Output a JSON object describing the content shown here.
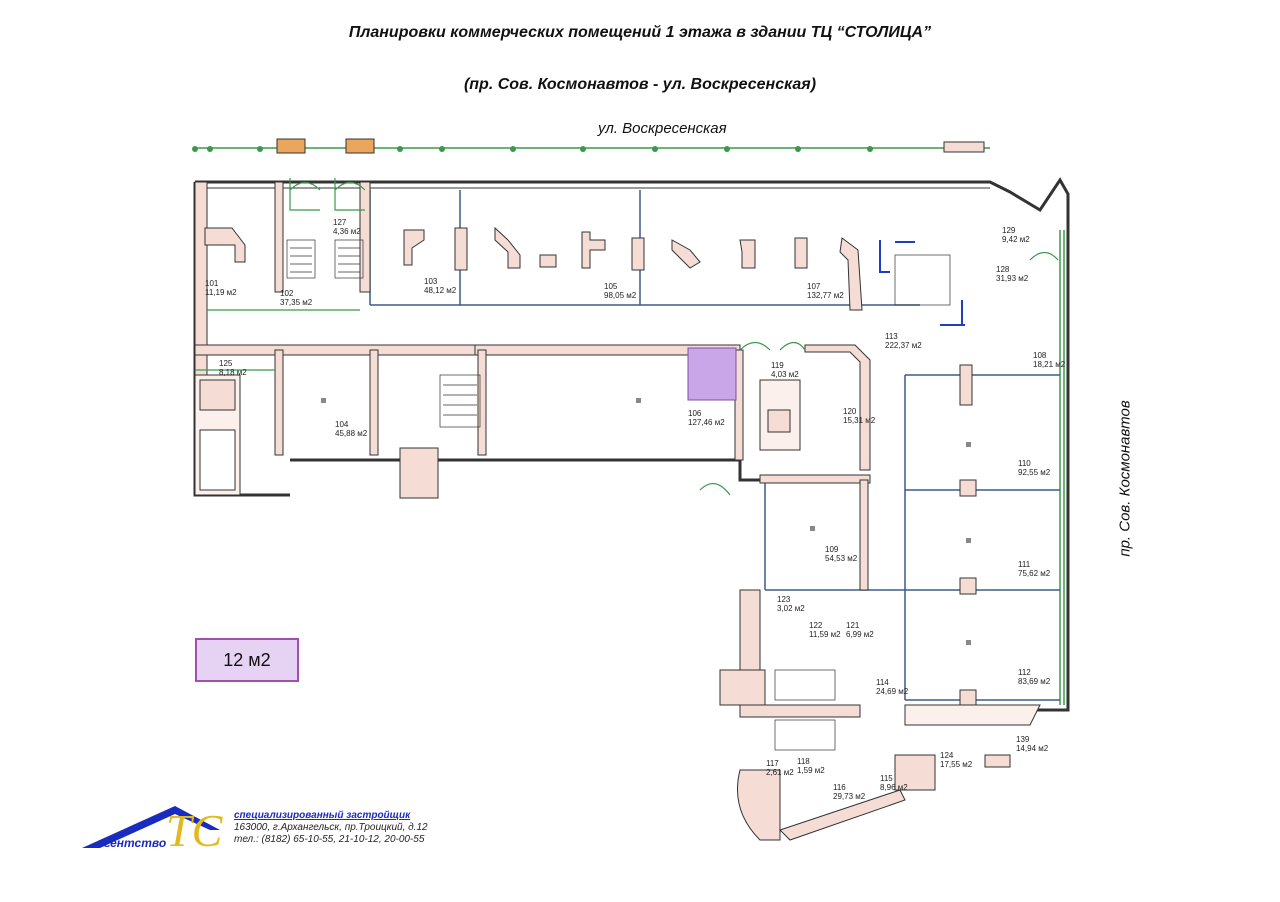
{
  "title_line1": "Планировки коммерческих помещений 1 этажа в здании ТЦ “СТОЛИЦА”",
  "title_line2": "(пр. Сов. Космонавтов - ул. Воскресенская)",
  "street_top": "ул. Воскресенская",
  "street_right": "пр. Сов. Космонавтов",
  "legend": {
    "label": "12 м2",
    "color": "#e6d2f3",
    "border": "#a24fb0"
  },
  "rooms": [
    {
      "num": "101",
      "area": "11,19 м2"
    },
    {
      "num": "102",
      "area": "37,35 м2"
    },
    {
      "num": "127",
      "area": "4,36 м2"
    },
    {
      "num": "103",
      "area": "48,12 м2"
    },
    {
      "num": "105",
      "area": "98,05 м2"
    },
    {
      "num": "107",
      "area": "132,77 м2"
    },
    {
      "num": "129",
      "area": "9,42 м2"
    },
    {
      "num": "128",
      "area": "31,93 м2"
    },
    {
      "num": "113",
      "area": "222,37 м2"
    },
    {
      "num": "108",
      "area": "18,21 м2"
    },
    {
      "num": "125",
      "area": "8,18 м2"
    },
    {
      "num": "104",
      "area": "45,88 м2"
    },
    {
      "num": "106",
      "area": "127,46 м2"
    },
    {
      "num": "119",
      "area": "4,03 м2"
    },
    {
      "num": "120",
      "area": "15,31 м2"
    },
    {
      "num": "110",
      "area": "92,55 м2"
    },
    {
      "num": "109",
      "area": "54,53 м2"
    },
    {
      "num": "111",
      "area": "75,62 м2"
    },
    {
      "num": "123",
      "area": "3,02 м2"
    },
    {
      "num": "122",
      "area": "11,59 м2"
    },
    {
      "num": "121",
      "area": "6,99 м2"
    },
    {
      "num": "112",
      "area": "83,69 м2"
    },
    {
      "num": "114",
      "area": "24,69 м2"
    },
    {
      "num": "139",
      "area": "14,94 м2"
    },
    {
      "num": "124",
      "area": "17,55 м2"
    },
    {
      "num": "117",
      "area": "2,61 м2"
    },
    {
      "num": "118",
      "area": "1,59 м2"
    },
    {
      "num": "116",
      "area": "29,73 м2"
    },
    {
      "num": "115",
      "area": "8,96 м2"
    }
  ],
  "company": {
    "name": "специализированный застройщик",
    "address": "163000, г.Архангельск, пр.Троицкий, д.12",
    "phones": "тел.: (8182) 65-10-55, 21-10-12, 20-00-55",
    "logo_letters": "ТС",
    "logo_word": "гентство"
  },
  "colors": {
    "wall": "#f5ddd5",
    "outline": "#333333",
    "glass": "#3a9a4a",
    "partition": "#3b5b8a",
    "highlight": "#c9a6e8"
  }
}
